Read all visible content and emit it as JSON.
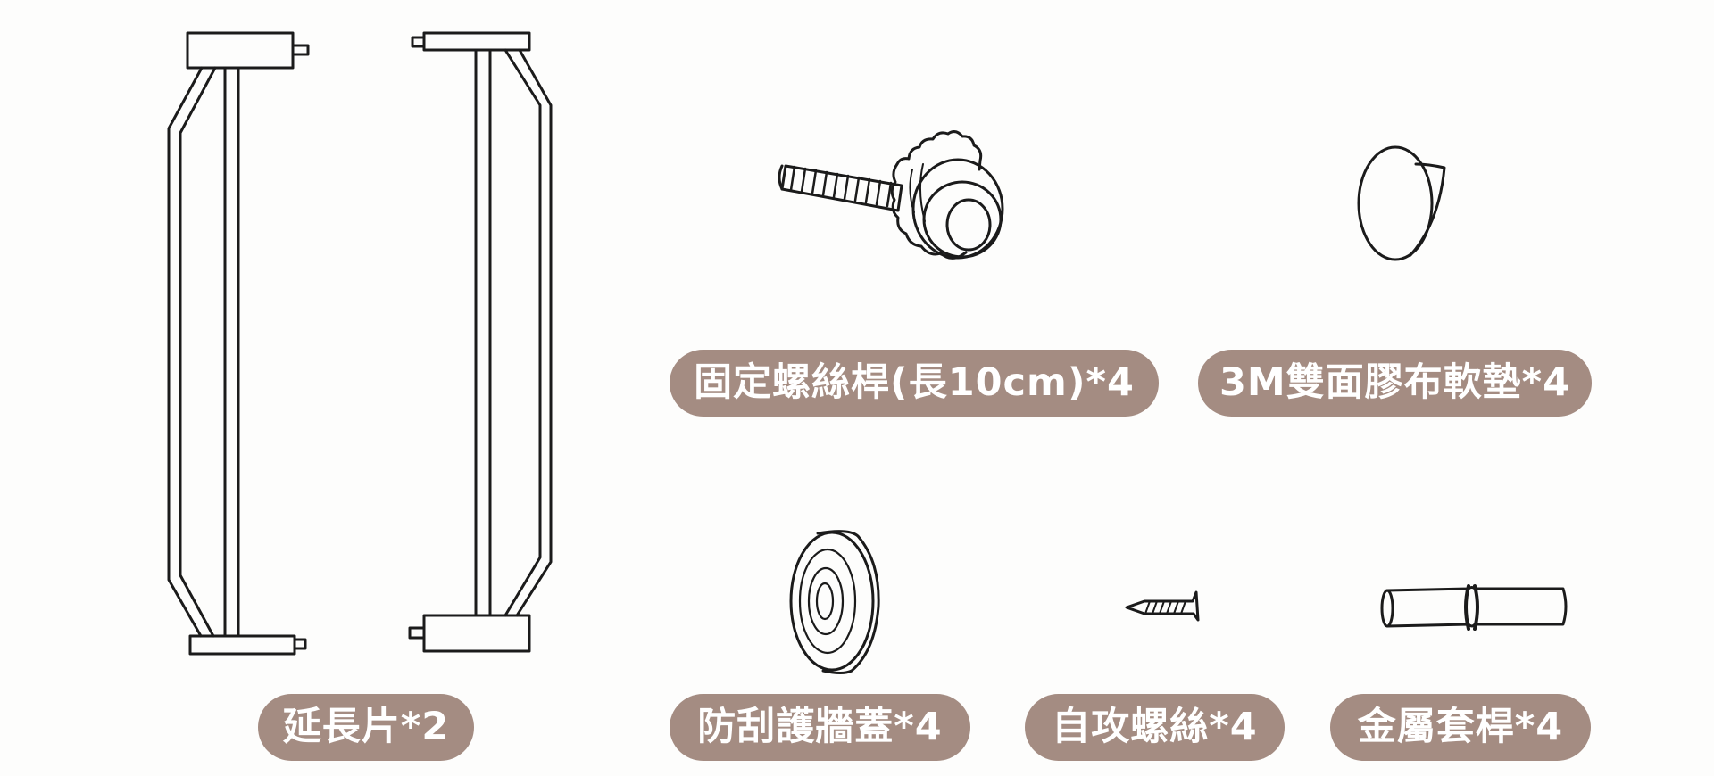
{
  "labels": {
    "extension": "延長片*2",
    "fixing_rod": "固定螺絲桿(長10cm)*4",
    "adhesive_pad": "3M雙面膠布軟墊*4",
    "wall_cap": "防刮護牆蓋*4",
    "self_tapping_screw": "自攻螺絲*4",
    "metal_sleeve": "金屬套桿*4"
  },
  "colors": {
    "background": "#fdfdfc",
    "label_fill": "#a48c82",
    "label_text": "#ffffff",
    "line": "#1b1b1b"
  },
  "icons": [
    "extension-panel-left",
    "extension-panel-right",
    "fixing-rod-icon",
    "adhesive-pad-icon",
    "wall-cap-icon",
    "self-tapping-screw-icon",
    "metal-sleeve-icon"
  ]
}
